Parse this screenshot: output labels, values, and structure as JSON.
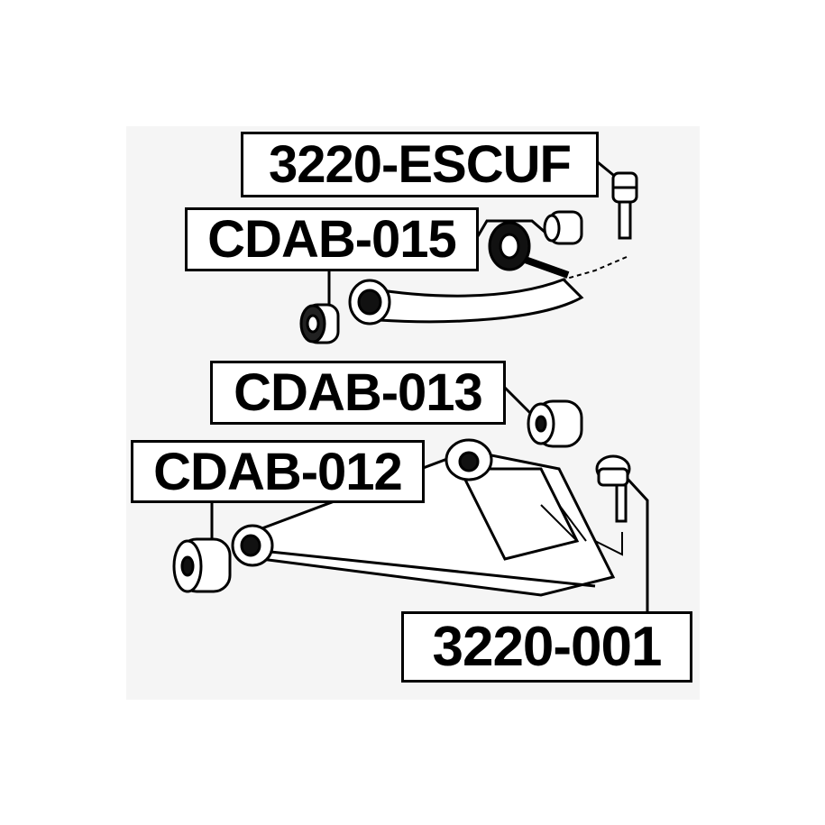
{
  "labels": {
    "ball_joint_upper": "3220-ESCUF",
    "upper_arm_bushing": "CDAB-015",
    "lower_arm_rear_bushing": "CDAB-013",
    "lower_arm_front_bushing": "CDAB-012",
    "ball_joint_lower": "3220-001"
  }
}
